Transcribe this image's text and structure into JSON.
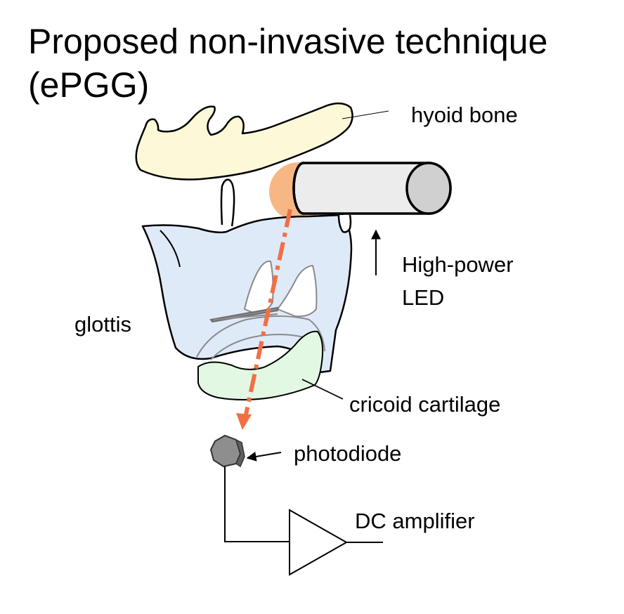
{
  "title": {
    "line1": "Proposed non-invasive technique",
    "line2": "(ePGG)"
  },
  "labels": {
    "hyoid_bone": "hyoid bone",
    "led_line1": "High-power",
    "led_line2": "LED",
    "glottis": "glottis",
    "cricoid_cartilage": "cricoid cartilage",
    "photodiode": "photodiode",
    "dc_amplifier": "DC amplifier"
  },
  "colors": {
    "hyoid_fill": "#fdf9d8",
    "thyroid_fill": "#dce8f8",
    "cricoid_fill": "#e2f8e2",
    "led_glow": "#f6b785",
    "led_body": "#ececec",
    "led_cap": "#d0d0d0",
    "light_path": "#f26f45",
    "photodiode": "#8e8e8e"
  }
}
